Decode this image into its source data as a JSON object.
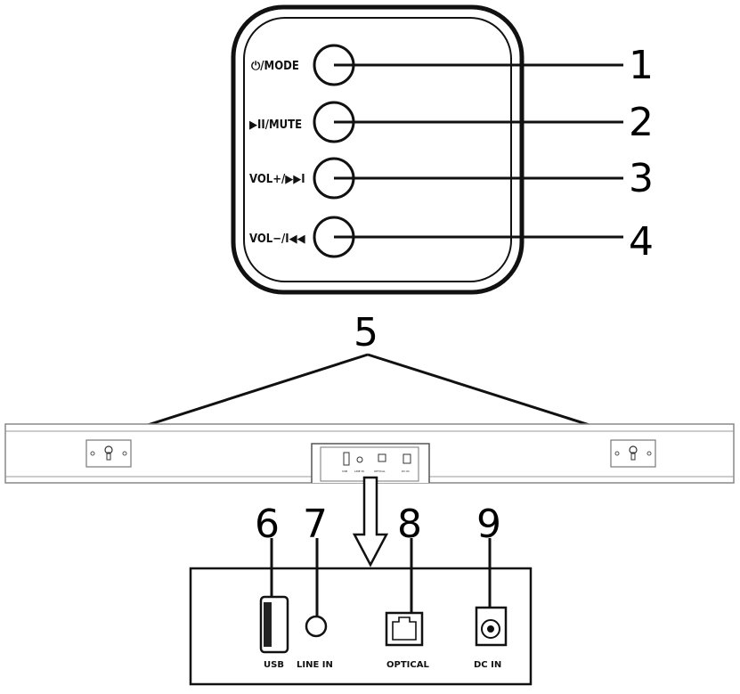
{
  "control_panel": {
    "buttons": [
      {
        "number": "1",
        "label": "⏻/MODE"
      },
      {
        "number": "2",
        "label": "▶II/MUTE"
      },
      {
        "number": "3",
        "label": "VOL+/▶▶I"
      },
      {
        "number": "4",
        "label": "VOL−/I◀◀"
      }
    ]
  },
  "rear": {
    "callout_number": "5",
    "panel_labels": [
      "USB",
      "LINE IN",
      "OPTICAL",
      "DC IN"
    ]
  },
  "ports": [
    {
      "number": "6",
      "label": "USB"
    },
    {
      "number": "7",
      "label": "LINE IN"
    },
    {
      "number": "8",
      "label": "OPTICAL"
    },
    {
      "number": "9",
      "label": "DC IN"
    }
  ]
}
